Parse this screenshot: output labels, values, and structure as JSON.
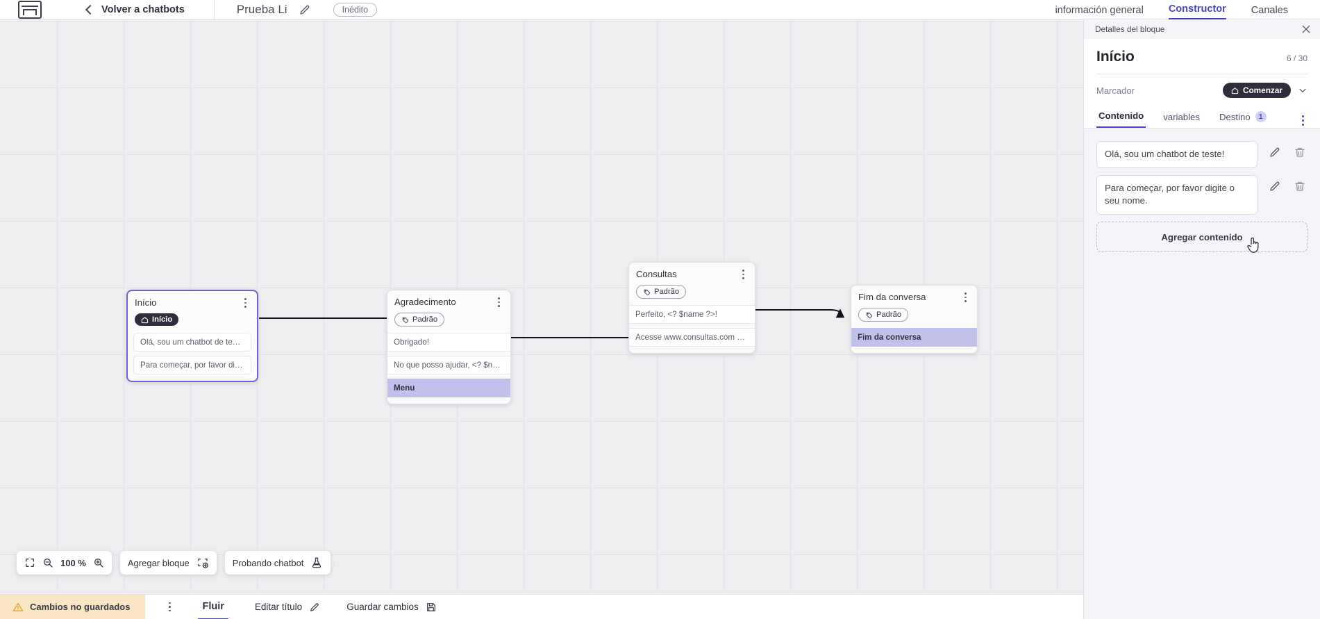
{
  "topbar": {
    "logo_icon": "vtex-logo-icon",
    "back_icon": "chevron-left-icon",
    "back_label": "Volver a chatbots",
    "bot_title": "Prueba Li",
    "edit_icon": "pencil-icon",
    "publish_state": "Inédito",
    "nav": [
      {
        "label": "información general",
        "active": false
      },
      {
        "label": "Constructor",
        "active": true
      },
      {
        "label": "Canales",
        "active": false
      }
    ]
  },
  "canvas": {
    "nodes": [
      {
        "id": "inicio",
        "title": "Início",
        "selected": true,
        "tag": {
          "label": "Início",
          "icon": "home-icon",
          "style": "dark"
        },
        "messages": [
          {
            "text": "Olá, sou um chatbot de teste!",
            "highlight": false
          },
          {
            "text": "Para começar, por favor digite o ...",
            "highlight": false
          }
        ]
      },
      {
        "id": "agradecimento",
        "title": "Agradecimento",
        "selected": false,
        "tag": {
          "label": "Padrão",
          "icon": "tag-icon",
          "style": "outline"
        },
        "messages": [
          {
            "text": "Obrigado!",
            "highlight": false
          },
          {
            "text": "No que posso ajudar, <? $name ...",
            "highlight": false
          },
          {
            "text": "Menu",
            "highlight": true
          }
        ]
      },
      {
        "id": "consultas",
        "title": "Consultas",
        "selected": false,
        "tag": {
          "label": "Padrão",
          "icon": "tag-icon",
          "style": "outline"
        },
        "messages": [
          {
            "text": "Perfeito, <? $name ?>!",
            "highlight": false
          },
          {
            "text": "Acesse www.consultas.com par...",
            "highlight": false
          }
        ]
      },
      {
        "id": "fim",
        "title": "Fim da conversa",
        "selected": false,
        "tag": {
          "label": "Padrão",
          "icon": "tag-icon",
          "style": "outline"
        },
        "messages": [
          {
            "text": "Fim da conversa",
            "highlight": true
          }
        ]
      }
    ],
    "toolbar": {
      "fit_icon": "fit-screen-icon",
      "zoom_out_icon": "zoom-out-icon",
      "zoom_level": "100 %",
      "zoom_in_icon": "zoom-in-icon",
      "add_block_label": "Agregar bloque",
      "add_block_icon": "add-block-icon",
      "test_label": "Probando chatbot",
      "test_icon": "flask-icon"
    }
  },
  "statusbar": {
    "warning_icon": "warning-triangle-icon",
    "unsaved_label": "Cambios no guardados",
    "more_icon": "kebab-menu-icon",
    "flow_tab": "Fluir",
    "edit_title_label": "Editar título",
    "edit_title_icon": "pencil-icon",
    "save_label": "Guardar cambios",
    "save_icon": "save-disk-icon"
  },
  "panel": {
    "header_title": "Detalles del bloque",
    "close_icon": "close-icon",
    "block_title": "Início",
    "count": "6 / 30",
    "marker_label": "Marcador",
    "marker_pill": "Comenzar",
    "marker_pill_icon": "home-icon",
    "marker_caret_icon": "chevron-down-icon",
    "tabs": [
      {
        "label": "Contenido",
        "active": true,
        "badge": null
      },
      {
        "label": "variables",
        "active": false,
        "badge": null
      },
      {
        "label": "Destino",
        "active": false,
        "badge": "1"
      }
    ],
    "more_icon": "kebab-menu-icon",
    "contents": [
      {
        "text": "Olá, sou um chatbot de teste!",
        "edit_icon": "pencil-icon",
        "delete_icon": "trash-icon"
      },
      {
        "text": "Para começar, por favor digite o seu nome.",
        "edit_icon": "pencil-icon",
        "delete_icon": "trash-icon"
      }
    ],
    "add_content_label": "Agregar contenido"
  },
  "colors": {
    "accent": "#4a44c7",
    "dark_pill": "#2e2e3c",
    "highlight": "#c2c1ec",
    "warning_bg": "#fbe6c4",
    "panel_bg": "#f5f4f9",
    "canvas_bg": "#eeeef1"
  }
}
